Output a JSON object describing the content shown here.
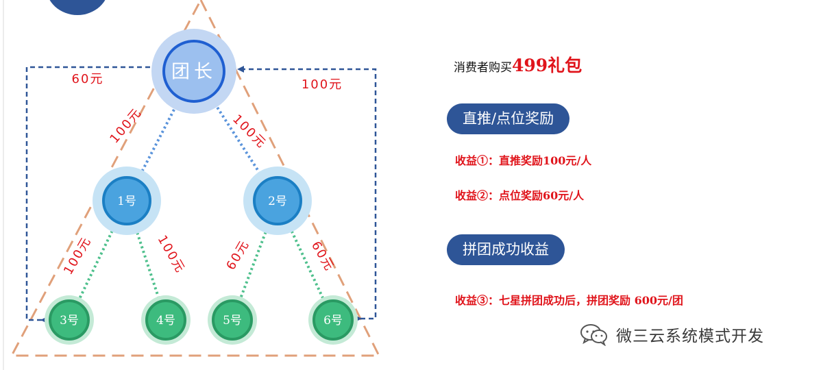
{
  "diagram": {
    "nodes": [
      {
        "id": "leader",
        "label": "团长",
        "level": "top",
        "color": "#2f6fd6",
        "halo": "#c3d7f3"
      },
      {
        "id": "n1",
        "label": "1号",
        "level": "middle",
        "color": "#4aa3df",
        "halo": "#c6e3f5"
      },
      {
        "id": "n2",
        "label": "2号",
        "level": "middle",
        "color": "#4aa3df",
        "halo": "#c6e3f5"
      },
      {
        "id": "n3",
        "label": "3号",
        "level": "bottom",
        "color": "#3dbb7e",
        "halo": "#c4ead6"
      },
      {
        "id": "n4",
        "label": "4号",
        "level": "bottom",
        "color": "#3dbb7e",
        "halo": "#c4ead6"
      },
      {
        "id": "n5",
        "label": "5号",
        "level": "bottom",
        "color": "#3dbb7e",
        "halo": "#c4ead6"
      },
      {
        "id": "n6",
        "label": "6号",
        "level": "bottom",
        "color": "#3dbb7e",
        "halo": "#c4ead6"
      }
    ],
    "edges": [
      {
        "from": "leader",
        "to": "n1",
        "label": "100元"
      },
      {
        "from": "leader",
        "to": "n2",
        "label": "100元"
      },
      {
        "from": "n1",
        "to": "n3",
        "label": "100元"
      },
      {
        "from": "n1",
        "to": "n4",
        "label": "100元"
      },
      {
        "from": "n2",
        "to": "n5",
        "label": "60元"
      },
      {
        "from": "n2",
        "to": "n6",
        "label": "60元"
      }
    ],
    "arrows": [
      {
        "side": "left",
        "label": "60元"
      },
      {
        "side": "right",
        "label": "100元"
      }
    ],
    "colors": {
      "triangle": "#e0a07a",
      "arrow": "#2e5597",
      "edge_blue": "#5b94db",
      "edge_green": "#4fc08d",
      "label_red": "#e0141b"
    }
  },
  "panel": {
    "purchase_prefix": "消费者购买",
    "purchase_highlight": "499礼包",
    "section1_title": "直推/点位奖励",
    "income1": "收益①：直推奖励100元/人",
    "income2": "收益②：点位奖励60元/人",
    "section2_title": "拼团成功收益",
    "income3": "收益③：七星拼团成功后，拼团奖励  600元/团"
  },
  "watermark": {
    "text": "微三云系统模式开发",
    "icon": "wechat-icon"
  }
}
